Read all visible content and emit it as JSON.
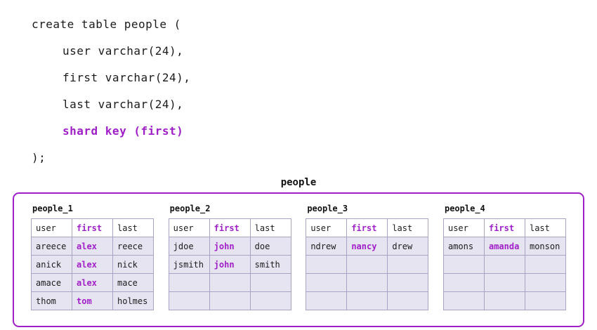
{
  "code": {
    "lines": [
      {
        "text": "create table people (",
        "indent": 0,
        "highlight": false
      },
      {
        "text": "user varchar(24),",
        "indent": 1,
        "highlight": false
      },
      {
        "text": "first varchar(24),",
        "indent": 1,
        "highlight": false
      },
      {
        "text": "last varchar(24),",
        "indent": 1,
        "highlight": false
      },
      {
        "text": "shard key (first)",
        "indent": 1,
        "highlight": true
      },
      {
        "text": ");",
        "indent": 0,
        "highlight": false
      }
    ]
  },
  "diagram": {
    "title": "people",
    "colors": {
      "accent": "#a020c8",
      "row_bg": "#e7e4f2",
      "cell_border": "#a9a3c6"
    },
    "tables": [
      {
        "name": "people_1",
        "headers": [
          "user",
          "first",
          "last"
        ],
        "rows": [
          [
            "areece",
            "alex",
            "reece"
          ],
          [
            "anick",
            "alex",
            "nick"
          ],
          [
            "amace",
            "alex",
            "mace"
          ],
          [
            "thom",
            "tom",
            "holmes"
          ]
        ]
      },
      {
        "name": "people_2",
        "headers": [
          "user",
          "first",
          "last"
        ],
        "rows": [
          [
            "jdoe",
            "john",
            "doe"
          ],
          [
            "jsmith",
            "john",
            "smith"
          ],
          [
            "",
            "",
            ""
          ],
          [
            "",
            "",
            ""
          ]
        ]
      },
      {
        "name": "people_3",
        "headers": [
          "user",
          "first",
          "last"
        ],
        "rows": [
          [
            "ndrew",
            "nancy",
            "drew"
          ],
          [
            "",
            "",
            ""
          ],
          [
            "",
            "",
            ""
          ],
          [
            "",
            "",
            ""
          ]
        ]
      },
      {
        "name": "people_4",
        "headers": [
          "user",
          "first",
          "last"
        ],
        "rows": [
          [
            "amons",
            "amanda",
            "monson"
          ],
          [
            "",
            "",
            ""
          ],
          [
            "",
            "",
            ""
          ],
          [
            "",
            "",
            ""
          ]
        ]
      }
    ]
  }
}
